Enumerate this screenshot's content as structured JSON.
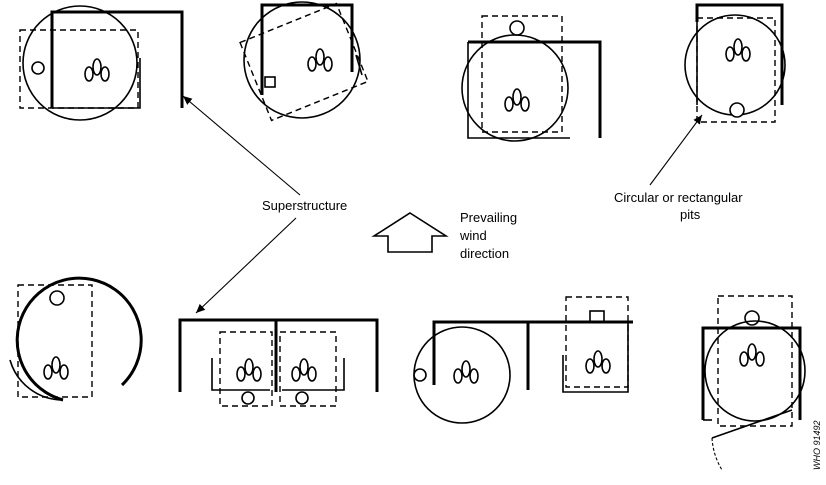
{
  "labels": {
    "superstructure": "Superstructure",
    "prevailing_wind": [
      "Prevailing",
      "wind",
      "direction"
    ],
    "pits": [
      "Circular or rectangular",
      "pits"
    ],
    "credit": "WHO 91492"
  },
  "icons": {
    "wind_arrow": "up-arrow-outline",
    "footrests": "footprint-shapes",
    "vent_pipe": "small-circle"
  }
}
